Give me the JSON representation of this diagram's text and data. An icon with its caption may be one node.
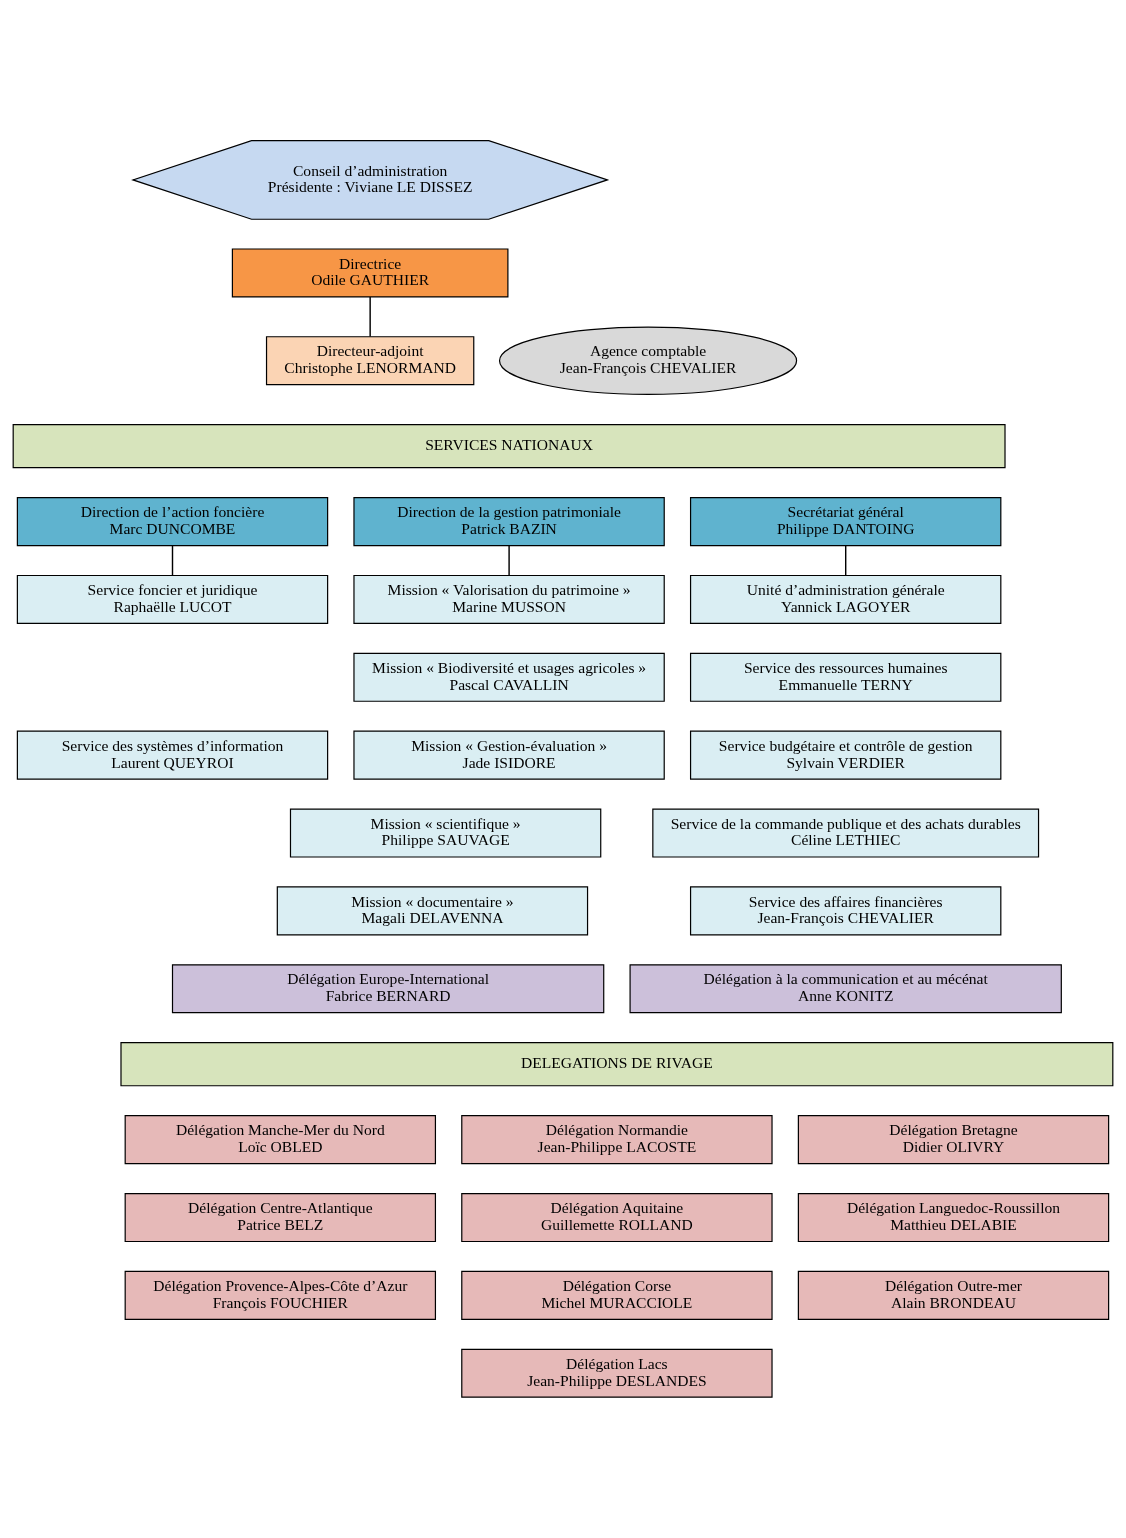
{
  "diagram": {
    "nodes": [
      {
        "text": [
          "Conseil d’administration",
          "Présidente : Viviane LE DISSEZ"
        ]
      },
      {
        "text": [
          "Directrice",
          "Odile GAUTHIER"
        ]
      },
      {
        "text": [
          "Directeur-adjoint",
          "Christophe LENORMAND"
        ]
      },
      {
        "text": [
          "Agence comptable",
          "Jean-François CHEVALIER"
        ]
      },
      {
        "text": [
          "SERVICES NATIONAUX"
        ]
      },
      {
        "text": [
          "Direction de l’action foncière",
          "Marc DUNCOMBE"
        ]
      },
      {
        "text": [
          "Direction de la gestion patrimoniale",
          "Patrick BAZIN"
        ]
      },
      {
        "text": [
          "Secrétariat général",
          "Philippe DANTOING"
        ]
      },
      {
        "text": [
          "Service foncier et juridique",
          "Raphaëlle LUCOT"
        ]
      },
      {
        "text": [
          "Service des systèmes d’information",
          "Laurent QUEYROI"
        ]
      },
      {
        "text": [
          "Mission « Valorisation du patrimoine »",
          "Marine MUSSON"
        ]
      },
      {
        "text": [
          "Mission « Biodiversité et usages agricoles »",
          "Pascal CAVALLIN"
        ]
      },
      {
        "text": [
          "Mission « Gestion-évaluation »",
          "Jade ISIDORE"
        ]
      },
      {
        "text": [
          "Mission « scientifique »",
          "Philippe SAUVAGE"
        ]
      },
      {
        "text": [
          "Mission « documentaire »",
          "Magali DELAVENNA"
        ]
      },
      {
        "text": [
          "Unité d’administration générale",
          "Yannick LAGOYER"
        ]
      },
      {
        "text": [
          "Service des ressources humaines",
          "Emmanuelle TERNY"
        ]
      },
      {
        "text": [
          "Service budgétaire et contrôle de gestion",
          "Sylvain VERDIER"
        ]
      },
      {
        "text": [
          "Service de la commande publique et des achats durables",
          "Céline LETHIEC"
        ]
      },
      {
        "text": [
          "Service des affaires financières",
          "Jean-François CHEVALIER"
        ]
      },
      {
        "text": [
          "Délégation Europe-International",
          "Fabrice BERNARD"
        ]
      },
      {
        "text": [
          "Délégation à la communication et au mécénat",
          "Anne KONITZ"
        ]
      },
      {
        "text": [
          "DELEGATIONS DE RIVAGE"
        ]
      },
      {
        "text": [
          "Délégation Manche-Mer du Nord",
          "Loïc OBLED"
        ]
      },
      {
        "text": [
          "Délégation Normandie",
          "Jean-Philippe LACOSTE"
        ]
      },
      {
        "text": [
          "Délégation Bretagne",
          "Didier OLIVRY"
        ]
      },
      {
        "text": [
          "Délégation Centre-Atlantique",
          "Patrice BELZ"
        ]
      },
      {
        "text": [
          "Délégation Aquitaine",
          "Guillemette ROLLAND"
        ]
      },
      {
        "text": [
          "Délégation Languedoc-Roussillon",
          "Matthieu DELABIE"
        ]
      },
      {
        "text": [
          "Délégation Provence-Alpes-Côte d’Azur",
          "François FOUCHIER"
        ]
      },
      {
        "text": [
          "Délégation Corse",
          "Michel MURACCIOLE"
        ]
      },
      {
        "text": [
          "Délégation Outre-mer",
          "Alain BRONDEAU"
        ]
      },
      {
        "text": [
          "Délégation Lacs",
          "Jean-Philippe DESLANDES"
        ]
      }
    ],
    "edges": [
      {
        "from": 1,
        "to": 2,
        "arrow": "none"
      },
      {
        "from": 5,
        "to": 8,
        "arrow": "none"
      },
      {
        "from": 6,
        "to": 10,
        "arrow": "none"
      },
      {
        "from": 7,
        "to": 15,
        "arrow": "none"
      }
    ]
  }
}
